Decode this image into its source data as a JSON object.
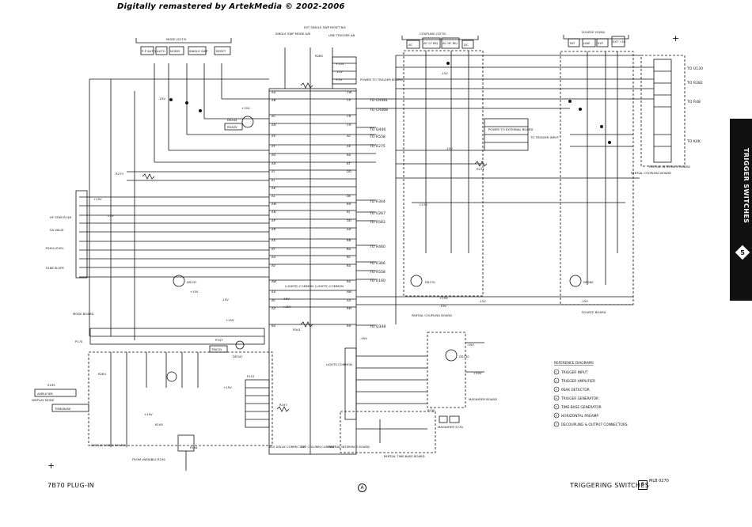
{
  "header": "Digitally remastered by ArtekMedia © 2002-2006",
  "footer": {
    "left": "7B70 PLUG-IN",
    "center_symbol": "A",
    "right": "TRIGGERING SWITCHES",
    "right_number": "5",
    "right_small": "MLB 0270"
  },
  "side_tab": {
    "label": "TRIGGER SWITCHES",
    "number": "5"
  },
  "marks": {
    "plus": "+"
  },
  "labels": {
    "mode_title": "MODE (S273)",
    "mode_btns": [
      "P-P AUTO",
      "AUTO",
      "NORM",
      "SINGLE SWP",
      "RESET"
    ],
    "single_swp": "SINGLE SWP MODE A/B",
    "ext_single": "EXT SINGLE SWP RESET B/S",
    "line_trigger": "LINE TRIGGER AB",
    "coupling_title": "COUPLING (S270)",
    "coupling_btns": [
      "AC",
      "AC LF REJ",
      "AC HF REJ",
      "DC"
    ],
    "source_title": "SOURCE (S280)",
    "source_btns": [
      "INT",
      "LINE",
      "EXT",
      "EXT ÷10"
    ],
    "ready": "READY",
    "trig": "TRIG'D",
    "lights": "(LIGHTS) COMMON",
    "lights2": "(LIGHTS) COMMON",
    "lights3": "LIGHTS COMMON",
    "power_trigger": "POWER TO TRIGGER BOARD",
    "power_external": "POWER TO EXTERNAL BOARD",
    "to_trigger_input": "TO TRIGGER INPUT",
    "partial_coupling": "PARTIAL COUPLING BOARD",
    "partial_interface": "PARTIAL INTERFACE BOARD",
    "partial_coupling2": "PARTIAL COUPLING BOARD",
    "source_board": "SOURCE BOARD",
    "mode_board": "MODE BOARD",
    "display_mode_board": "DISPLAY MODE BOARD",
    "magnifier_board": "MAGNIFIER BOARD",
    "magnifier": "MAGNIFIER S730",
    "partial_timebase": "PARTIAL TIME-BASE BOARD",
    "display_mode": "DISPLAY MODE",
    "amplifier": "AMPLIFIER",
    "time_base": "TIME/BASE",
    "s195": "S195",
    "from_variable": "FROM VARIABLE R194",
    "b10_delay": "B10 DELAY CORRECTOR",
    "ext_column": "EXT COLUMN CURRENT",
    "partial_interface_board": "PARTIAL INTERFACE BOARD",
    "slope": "S166 SLOPE",
    "level": "R164 LEVEL",
    "hf_stab": "HF STAB R148",
    "sa": "SA VALID"
  },
  "refdiagrams": {
    "title": "REFERENCE DIAGRAMS",
    "items": [
      {
        "num": "1",
        "text": "TRIGGER INPUT"
      },
      {
        "num": "2",
        "text": "TRIGGER AMPLIFIER"
      },
      {
        "num": "3",
        "text": "PEAK DETECTOR"
      },
      {
        "num": "4",
        "text": "TRIGGER GENERATOR"
      },
      {
        "num": "5",
        "text": "TIME-BASE GENERATOR"
      },
      {
        "num": "6",
        "text": "HORIZONTAL PREAMP"
      },
      {
        "num": "7",
        "text": "DECOUPLING & OUTPUT CONNECTORS"
      }
    ]
  },
  "connector_left": [
    "AA",
    "AB",
    "AC",
    "AD",
    "AE",
    "AF",
    "AG",
    "AH",
    "AI",
    "AJ",
    "AK",
    "AL",
    "AM",
    "AN",
    "AP",
    "AR",
    "AS",
    "AT",
    "AU",
    "AV",
    "AW",
    "AX",
    "AY",
    "AZ",
    "BA",
    "BB",
    "BC"
  ],
  "connector_right_pins": [
    "CW",
    "CP",
    "CR",
    "CH",
    "AC",
    "AE",
    "BA",
    "BT",
    "DD",
    "DE",
    "BH",
    "BJ",
    "DD",
    "AH",
    "BB",
    "BA",
    "BC",
    "BA",
    "BA",
    "AW",
    "AX",
    "BM",
    "BH",
    "BR",
    "CX"
  ],
  "outputs": [
    "TO CR481",
    "TO CR468",
    "TO Q446",
    "TO R558",
    "TO R275",
    "TO R344",
    "TO U267",
    "TO R583",
    "TO R460",
    "TO R366",
    "TO R558",
    "TO R160",
    "TO Q348"
  ],
  "source_outputs": [
    "TO U130",
    "TO R282",
    "TO R48",
    "TO K4K"
  ],
  "power": [
    "+15V",
    "-15V",
    "+5V",
    "-50V",
    "+50V"
  ],
  "components": {
    "ds": [
      "DS444",
      "DS247",
      "DS270",
      "DS280",
      "DS347",
      "DS730"
    ],
    "res": [
      "R280",
      "R273",
      "R271",
      "C272",
      "R541",
      "R195",
      "R197",
      "R264"
    ],
    "plugs": [
      "P174",
      "P194",
      "P157",
      "P347",
      "P730"
    ]
  }
}
